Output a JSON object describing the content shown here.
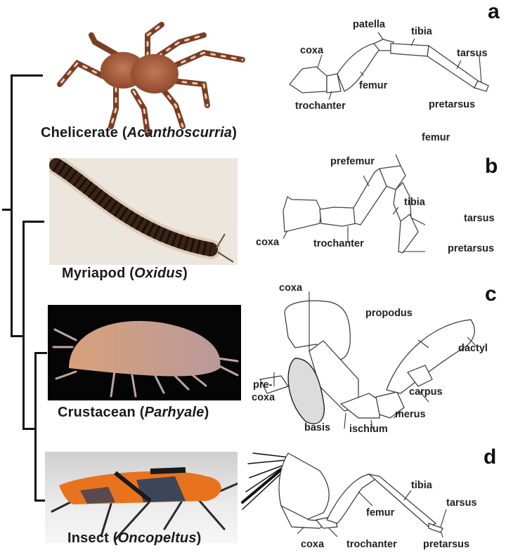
{
  "figure": {
    "tree": {
      "description": "Cladogram of arthropod groups",
      "taxa": [
        "Chelicerate",
        "Myriapod",
        "Crustacean",
        "Insect"
      ]
    },
    "organisms": [
      {
        "group": "Chelicerate",
        "genus": "Acanthoscurria",
        "open": "(",
        "close": ")",
        "photo": "tarantula-photo"
      },
      {
        "group": "Myriapod",
        "genus": "Oxidus",
        "open": "(",
        "close": ")",
        "photo": "millipede-photo"
      },
      {
        "group": "Crustacean",
        "genus": "Parhyale",
        "open": "(",
        "close": ")",
        "photo": "amphipod-photo"
      },
      {
        "group": "Insect",
        "genus": "Oncopeltus",
        "open": "(",
        "close": ")",
        "photo": "milkweed-bug-photo"
      }
    ],
    "panels": [
      {
        "letter": "a",
        "labels": {
          "coxa": "coxa",
          "trochanter": "trochanter",
          "patella": "patella",
          "femur": "femur",
          "tibia": "tibia",
          "tarsus": "tarsus",
          "pretarsus": "pretarsus"
        }
      },
      {
        "letter": "b",
        "labels": {
          "coxa": "coxa",
          "trochanter": "trochanter",
          "prefemur": "prefemur",
          "femur": "femur",
          "tibia": "tibia",
          "tarsus": "tarsus",
          "pretarsus": "pretarsus"
        }
      },
      {
        "letter": "c",
        "labels": {
          "coxa": "coxa",
          "precoxa_1": "pre-",
          "precoxa_2": "coxa",
          "basis": "basis",
          "ischium": "ischium",
          "merus": "merus",
          "carpus": "carpus",
          "propodus": "propodus",
          "dactyl": "dactyl"
        }
      },
      {
        "letter": "d",
        "labels": {
          "coxa": "coxa",
          "trochanter": "trochanter",
          "femur": "femur",
          "tibia": "tibia",
          "tarsus": "tarsus",
          "pretarsus": "pretarsus"
        }
      }
    ],
    "colors": {
      "tree_line": "#111111",
      "spider": "#a85a3a",
      "millipede_bg": "#e9e4dc",
      "millipede_body": "#3a2418",
      "amphipod_bg": "#0a0a0a",
      "amphipod_body": "#c79a7c",
      "bug_bg": "#d8d8d8",
      "bug_orange": "#e8731f"
    }
  }
}
